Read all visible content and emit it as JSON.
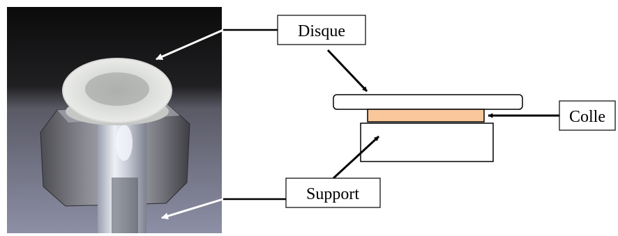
{
  "labels": {
    "disque": "Disque",
    "colle": "Colle",
    "support": "Support"
  },
  "colors": {
    "glue": "#f9c79b",
    "outline": "#000000",
    "arrow_on_photo": "#ffffff",
    "photo_background": "#1b1b1d"
  }
}
